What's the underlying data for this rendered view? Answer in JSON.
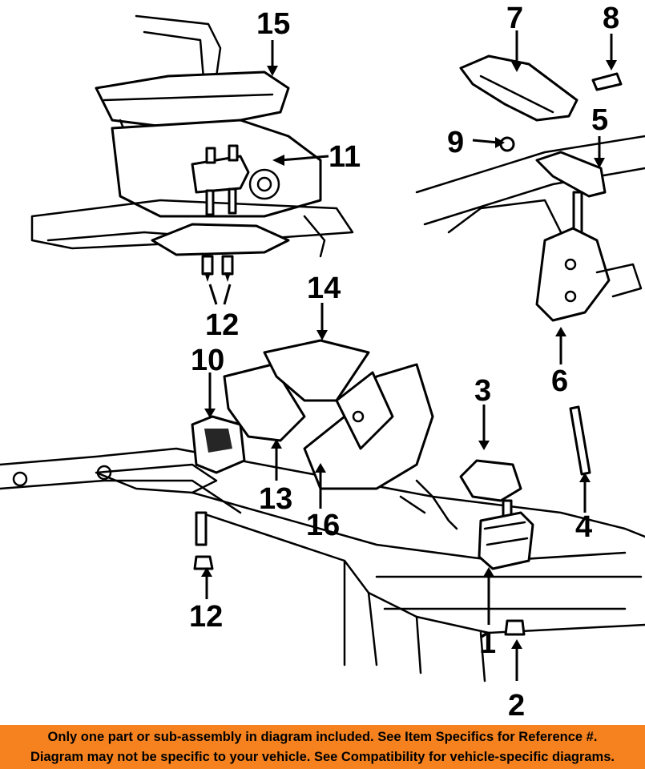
{
  "callouts": {
    "c1": "1",
    "c2": "2",
    "c3": "3",
    "c4": "4",
    "c5": "5",
    "c6": "6",
    "c7": "7",
    "c8": "8",
    "c9": "9",
    "c10": "10",
    "c11": "11",
    "c12a": "12",
    "c12b": "12",
    "c13": "13",
    "c14": "14",
    "c15": "15",
    "c16": "16"
  },
  "banner": {
    "line1": "Only one part or sub-assembly in diagram included. See Item Specifics for Reference #.",
    "line2": "Diagram may not be specific to your vehicle. See Compatibility for vehicle-specific diagrams."
  },
  "colors": {
    "banner": "#f5821f",
    "linework": "#000000"
  }
}
